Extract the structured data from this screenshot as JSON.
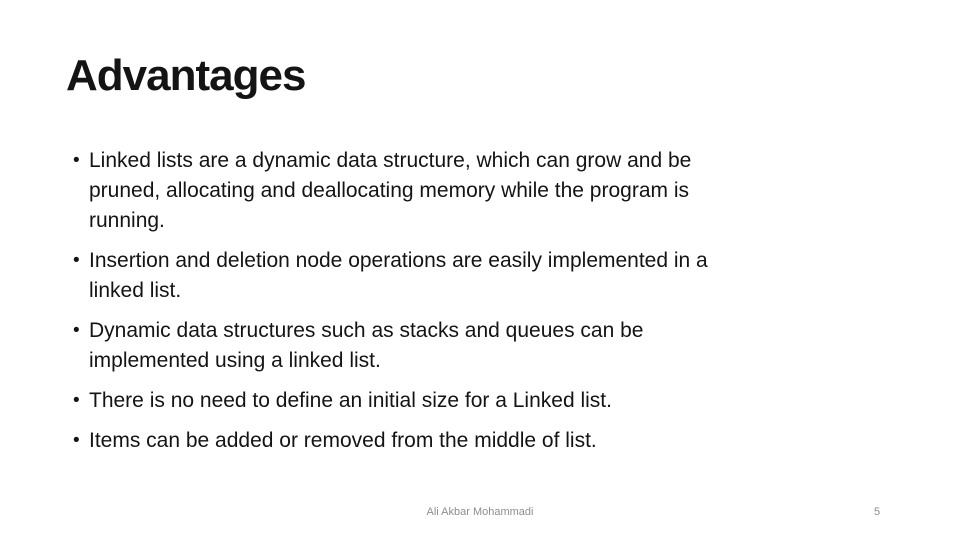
{
  "slide": {
    "title": "Advantages",
    "bullet_char": "•",
    "bullets": [
      [
        "Linked lists are a dynamic data structure, which can grow and be",
        "pruned, allocating and deallocating memory while the program is",
        "running."
      ],
      [
        "Insertion and deletion node operations are easily implemented in a",
        "linked list."
      ],
      [
        "Dynamic data structures such as stacks and queues can be",
        "implemented using a linked list."
      ],
      [
        "There is no need to define an initial size for a Linked list."
      ],
      [
        "Items can be added or removed from the middle of list."
      ]
    ],
    "footer": "Ali Akbar Mohammadi",
    "slide_number": "5",
    "colors": {
      "background": "#ffffff",
      "text": "#141414",
      "footer_text": "#8e8e8e"
    }
  }
}
